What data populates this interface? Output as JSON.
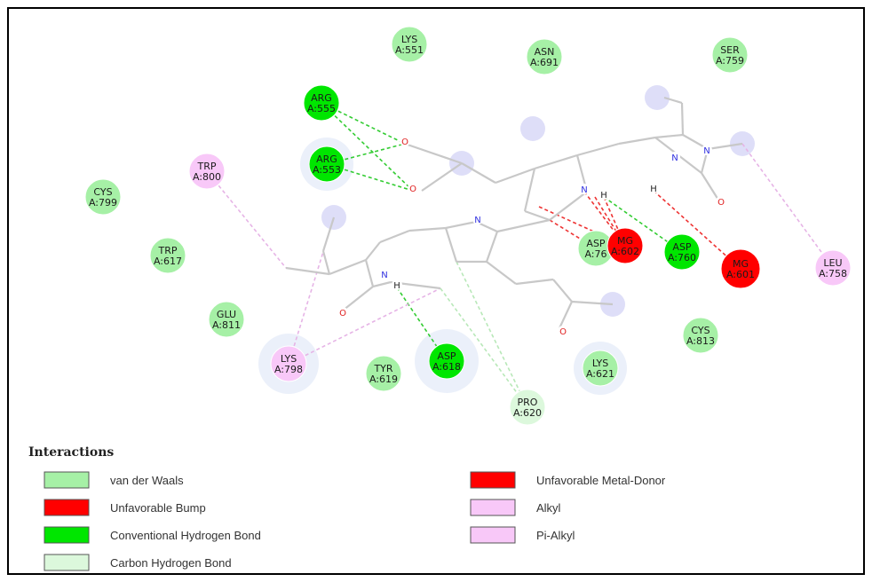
{
  "colors": {
    "van_der_waals": "#a6f0a6",
    "unfavorable_bump": "#ff0000",
    "conventional_hbond": "#00e600",
    "carbon_hbond": "#dcf8dc",
    "unfavorable_metal_donor": "#ff0000",
    "alkyl": "#f8c8f8",
    "pi_alkyl": "#f8c8f8",
    "bond": "#c8c8c8",
    "oxygen": "#e02020",
    "nitrogen": "#3030e0"
  },
  "residues": [
    {
      "id": "lys551",
      "name": "LYS",
      "num": "A:551",
      "type": "van_der_waals"
    },
    {
      "id": "asn691",
      "name": "ASN",
      "num": "A:691",
      "type": "van_der_waals"
    },
    {
      "id": "ser759",
      "name": "SER",
      "num": "A:759",
      "type": "van_der_waals"
    },
    {
      "id": "arg555",
      "name": "ARG",
      "num": "A:555",
      "type": "conventional_hbond"
    },
    {
      "id": "arg553",
      "name": "ARG",
      "num": "A:553",
      "type": "conventional_hbond"
    },
    {
      "id": "trp800",
      "name": "TRP",
      "num": "A:800",
      "type": "pi_alkyl"
    },
    {
      "id": "cys799",
      "name": "CYS",
      "num": "A:799",
      "type": "van_der_waals"
    },
    {
      "id": "trp617",
      "name": "TRP",
      "num": "A:617",
      "type": "van_der_waals"
    },
    {
      "id": "glu811",
      "name": "GLU",
      "num": "A:811",
      "type": "van_der_waals"
    },
    {
      "id": "lys798",
      "name": "LYS",
      "num": "A:798",
      "type": "alkyl"
    },
    {
      "id": "tyr619",
      "name": "TYR",
      "num": "A:619",
      "type": "van_der_waals"
    },
    {
      "id": "asp618",
      "name": "ASP",
      "num": "A:618",
      "type": "conventional_hbond"
    },
    {
      "id": "pro620",
      "name": "PRO",
      "num": "A:620",
      "type": "carbon_hbond"
    },
    {
      "id": "lys621",
      "name": "LYS",
      "num": "A:621",
      "type": "van_der_waals"
    },
    {
      "id": "cys813",
      "name": "CYS",
      "num": "A:813",
      "type": "van_der_waals"
    },
    {
      "id": "asp76x",
      "name": "ASP",
      "num": "A:76",
      "type": "van_der_waals"
    },
    {
      "id": "mg602",
      "name": "MG",
      "num": "A:602",
      "type": "unfavorable_metal_donor"
    },
    {
      "id": "asp760",
      "name": "ASP",
      "num": "A:760",
      "type": "conventional_hbond"
    },
    {
      "id": "mg601",
      "name": "MG",
      "num": "A:601",
      "type": "unfavorable_metal_donor"
    },
    {
      "id": "leu758",
      "name": "LEU",
      "num": "A:758",
      "type": "alkyl"
    }
  ],
  "atom_labels": {
    "o": "O",
    "n": "N",
    "h": "H"
  },
  "legend": {
    "title": "Interactions",
    "items": [
      {
        "key": "van_der_waals",
        "label": "van der Waals"
      },
      {
        "key": "unfavorable_bump",
        "label": "Unfavorable Bump"
      },
      {
        "key": "conventional_hbond",
        "label": "Conventional Hydrogen Bond"
      },
      {
        "key": "carbon_hbond",
        "label": "Carbon Hydrogen Bond"
      },
      {
        "key": "unfavorable_metal_donor",
        "label": "Unfavorable Metal-Donor"
      },
      {
        "key": "alkyl",
        "label": "Alkyl"
      },
      {
        "key": "pi_alkyl",
        "label": "Pi-Alkyl"
      }
    ]
  }
}
